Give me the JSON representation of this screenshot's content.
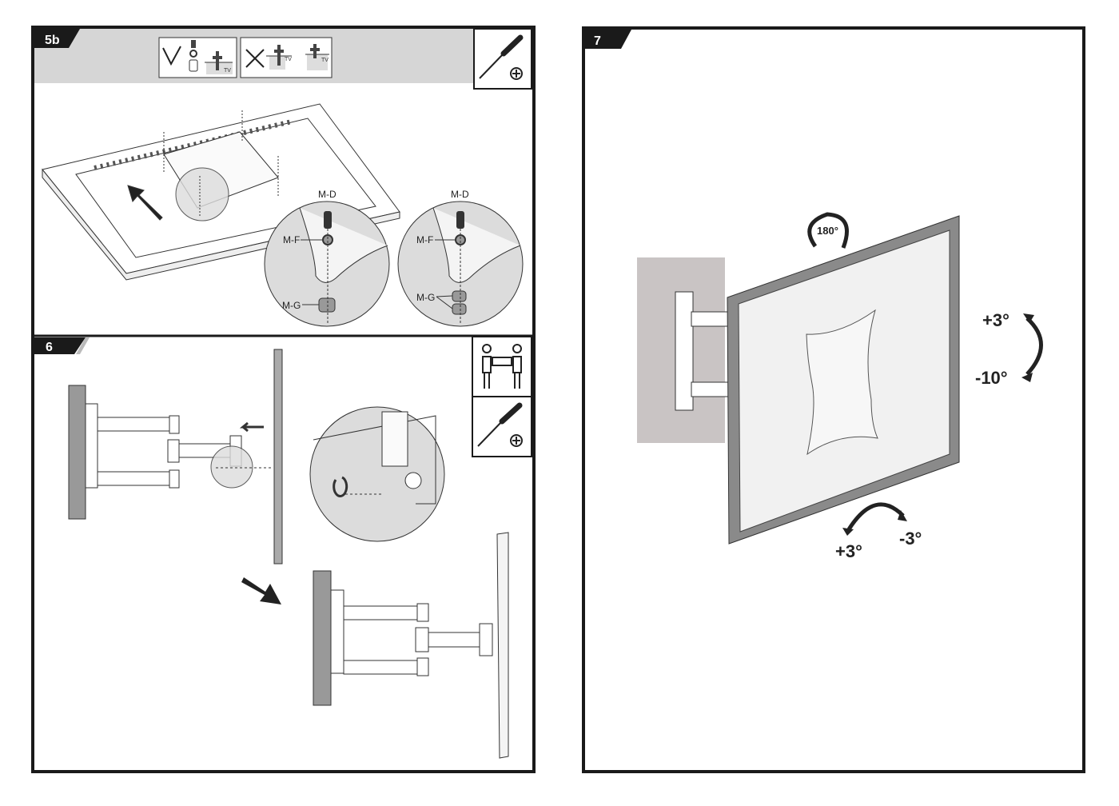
{
  "steps": {
    "step_5b": {
      "number": "5b",
      "ok_example_tv": "TV",
      "bad_example_tv_1": "TV",
      "bad_example_tv_2": "TV",
      "callout_1": {
        "top": "M-D",
        "middle": "M-F",
        "bottom": "M-G"
      },
      "callout_2": {
        "top": "M-D",
        "middle": "M-F",
        "bottom": "M-G"
      }
    },
    "step_6": {
      "number": "6"
    },
    "step_7": {
      "number": "7",
      "swivel": "180°",
      "tilt_up": "+3°",
      "tilt_down": "-10°",
      "level_left": "+3°",
      "level_right": "-3°"
    }
  },
  "colors": {
    "border": "#1a1a1a",
    "header_band": "#d6d6d6",
    "wall": "#c9c4c4",
    "frame": "#8a8a8a",
    "screen": "#f1f1f1"
  }
}
